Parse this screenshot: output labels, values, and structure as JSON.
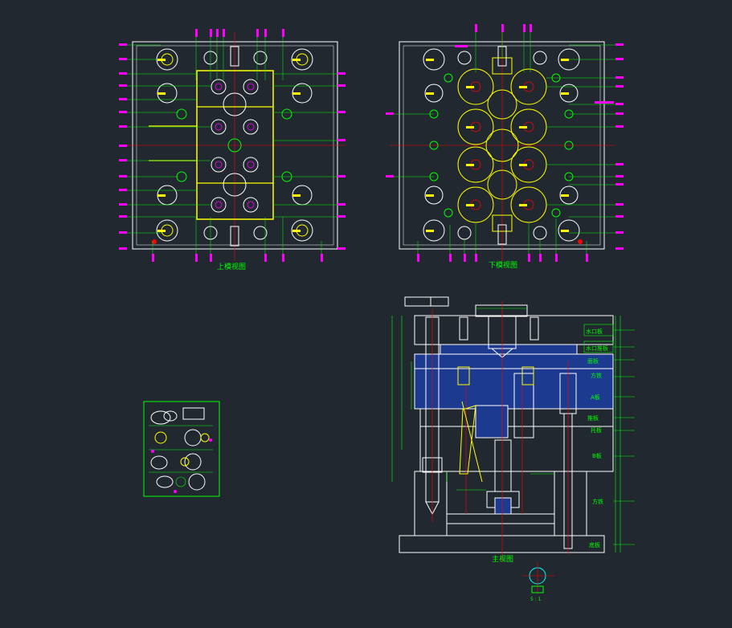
{
  "colors": {
    "background": "#212830",
    "outline": "#ffffff",
    "dimension": "#00ff00",
    "text_magenta": "#ff00ff",
    "highlight": "#ffff00",
    "centerline": "#ff0000",
    "fill_blue": "#1c3a8f",
    "accent_cyan": "#00ffff"
  },
  "views": {
    "top_left_caption": "上模视图",
    "top_right_caption": "下模视图",
    "main_caption": "主视图"
  },
  "section_labels": {
    "nozzle_plate": "水口板",
    "nozzle_strip": "水口推板",
    "top_plate": "面板",
    "a_plate": "A板",
    "strip_plate": "推板",
    "b_plate": "B板",
    "support": "托板",
    "spacer": "方铁",
    "bottom_plate": "底板"
  },
  "detail_caption": "5 : 1"
}
